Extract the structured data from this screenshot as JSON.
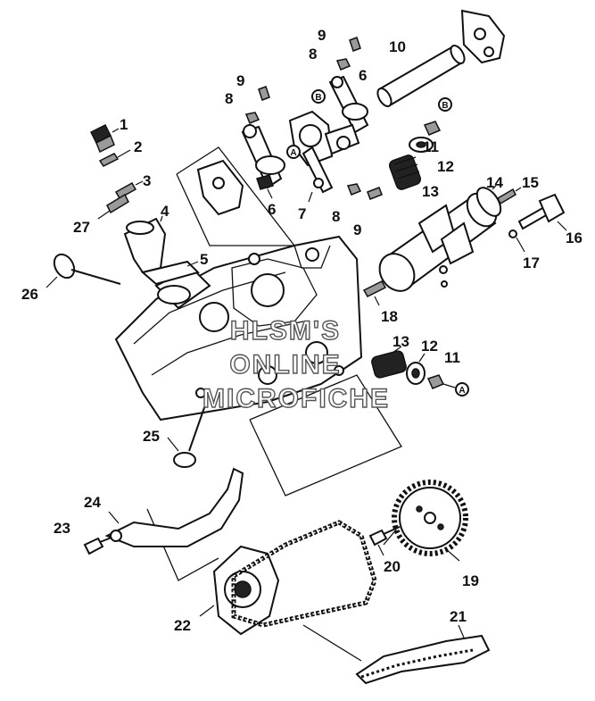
{
  "diagram": {
    "part_numbers": {
      "p1": "1",
      "p2": "2",
      "p3": "3",
      "p4": "4",
      "p5": "5",
      "p6a": "6",
      "p6b": "6",
      "p7": "7",
      "p8a": "8",
      "p8b": "8",
      "p8c": "8",
      "p9a": "9",
      "p9b": "9",
      "p9c": "9",
      "p10": "10",
      "p11a": "11",
      "p11b": "11",
      "p12a": "12",
      "p12b": "12",
      "p13a": "13",
      "p13b": "13",
      "p14": "14",
      "p15": "15",
      "p16": "16",
      "p17": "17",
      "p18": "18",
      "p19": "19",
      "p20": "20",
      "p21": "21",
      "p22": "22",
      "p23": "23",
      "p24": "24",
      "p25": "25",
      "p26": "26",
      "p27": "27"
    },
    "callouts": {
      "a1": "A",
      "a2": "A",
      "b1": "B",
      "b2": "B"
    },
    "watermark": {
      "line1": "HLSM'S",
      "line2": "ONLINE",
      "line3": "MICROFICHE"
    }
  },
  "colors": {
    "ink": "#111111",
    "background": "#ffffff",
    "watermark_outline": "#555555"
  }
}
